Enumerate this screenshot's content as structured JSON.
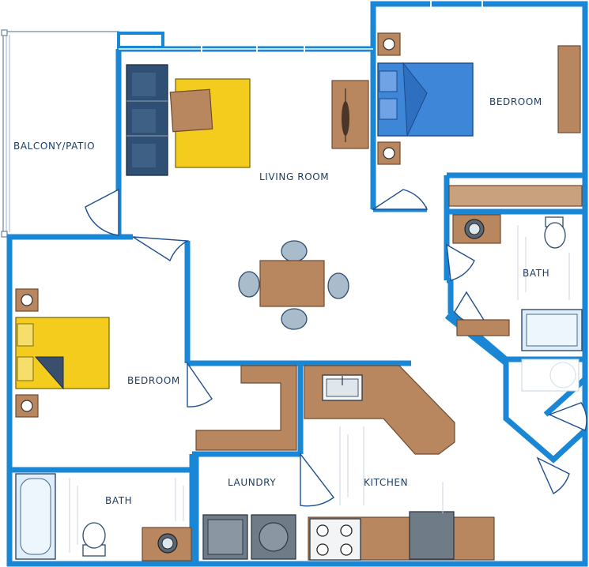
{
  "rooms": {
    "balcony": "BALCONY/PATIO",
    "living_room": "LIVING ROOM",
    "bedroom_main": "BEDROOM",
    "bath_main": "BATH",
    "bedroom_second": "BEDROOM",
    "bath_second": "BATH",
    "laundry": "LAUNDRY",
    "kitchen": "KITCHEN"
  },
  "colors": {
    "wall": "#1a86d6",
    "wood": "#b8875f",
    "bed_blue": "#3e86d8",
    "bed_yellow": "#f3cc1e",
    "navy": "#2f4f74"
  }
}
